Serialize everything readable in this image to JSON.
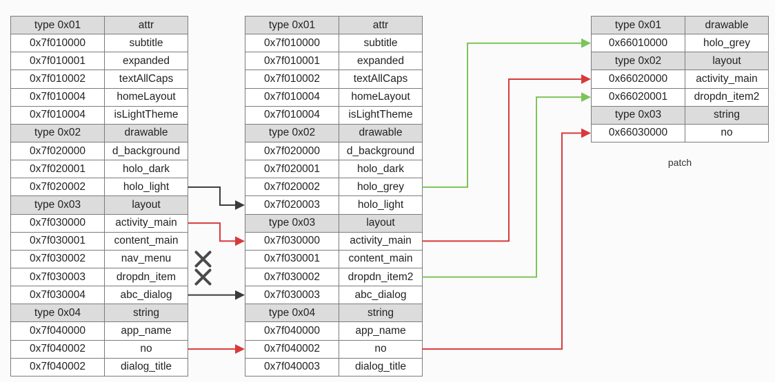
{
  "colors": {
    "header_fill": "#dcdcdc",
    "cell_fill": "#ffffff",
    "border": "#7a7a7a",
    "arrow_dark": "#3a3a3a",
    "arrow_red": "#d83a3a",
    "arrow_green": "#7cc35a",
    "cross": "#4a4a4a"
  },
  "old_table": [
    {
      "header": true,
      "id": "type 0x01",
      "name": "attr"
    },
    {
      "id": "0x7f010000",
      "name": "subtitle"
    },
    {
      "id": "0x7f010001",
      "name": "expanded"
    },
    {
      "id": "0x7f010002",
      "name": "textAllCaps"
    },
    {
      "id": "0x7f010004",
      "name": "homeLayout"
    },
    {
      "id": "0x7f010004",
      "name": "isLightTheme"
    },
    {
      "header": true,
      "id": "type 0x02",
      "name": "drawable"
    },
    {
      "id": "0x7f020000",
      "name": "d_background"
    },
    {
      "id": "0x7f020001",
      "name": "holo_dark"
    },
    {
      "id": "0x7f020002",
      "name": "holo_light"
    },
    {
      "header": true,
      "id": "type 0x03",
      "name": "layout"
    },
    {
      "id": "0x7f030000",
      "name": "activity_main"
    },
    {
      "id": "0x7f030001",
      "name": "content_main"
    },
    {
      "id": "0x7f030002",
      "name": "nav_menu"
    },
    {
      "id": "0x7f030003",
      "name": "dropdn_item"
    },
    {
      "id": "0x7f030004",
      "name": "abc_dialog"
    },
    {
      "header": true,
      "id": "type 0x04",
      "name": "string"
    },
    {
      "id": "0x7f040000",
      "name": "app_name"
    },
    {
      "id": "0x7f040002",
      "name": "no"
    },
    {
      "id": "0x7f040002",
      "name": "dialog_title"
    }
  ],
  "new_table": [
    {
      "header": true,
      "id": "type 0x01",
      "name": "attr"
    },
    {
      "id": "0x7f010000",
      "name": "subtitle"
    },
    {
      "id": "0x7f010001",
      "name": "expanded"
    },
    {
      "id": "0x7f010002",
      "name": "textAllCaps"
    },
    {
      "id": "0x7f010004",
      "name": "homeLayout"
    },
    {
      "id": "0x7f010004",
      "name": "isLightTheme"
    },
    {
      "header": true,
      "id": "type 0x02",
      "name": "drawable"
    },
    {
      "id": "0x7f020000",
      "name": "d_background"
    },
    {
      "id": "0x7f020001",
      "name": "holo_dark"
    },
    {
      "id": "0x7f020002",
      "name": "holo_grey"
    },
    {
      "id": "0x7f020003",
      "name": "holo_light"
    },
    {
      "header": true,
      "id": "type 0x03",
      "name": "layout"
    },
    {
      "id": "0x7f030000",
      "name": "activity_main"
    },
    {
      "id": "0x7f030001",
      "name": "content_main"
    },
    {
      "id": "0x7f030002",
      "name": "dropdn_item2"
    },
    {
      "id": "0x7f030003",
      "name": "abc_dialog"
    },
    {
      "header": true,
      "id": "type 0x04",
      "name": "string"
    },
    {
      "id": "0x7f040000",
      "name": "app_name"
    },
    {
      "id": "0x7f040002",
      "name": "no"
    },
    {
      "id": "0x7f040003",
      "name": "dialog_title"
    }
  ],
  "patch_table": [
    {
      "header": true,
      "id": "type 0x01",
      "name": "drawable"
    },
    {
      "id": "0x66010000",
      "name": "holo_grey"
    },
    {
      "header": true,
      "id": "type 0x02",
      "name": "layout"
    },
    {
      "id": "0x66020000",
      "name": "activity_main"
    },
    {
      "id": "0x66020001",
      "name": "dropdn_item2"
    },
    {
      "header": true,
      "id": "type 0x03",
      "name": "string"
    },
    {
      "id": "0x66030000",
      "name": "no"
    }
  ],
  "patch_caption": "patch",
  "connections": [
    {
      "from_table": "old",
      "from_row": 9,
      "to_table": "new",
      "to_row": 10,
      "color": "dark"
    },
    {
      "from_table": "old",
      "from_row": 11,
      "to_table": "new",
      "to_row": 12,
      "color": "red"
    },
    {
      "from_table": "old",
      "from_row": 15,
      "to_table": "new",
      "to_row": 15,
      "color": "dark"
    },
    {
      "from_table": "old",
      "from_row": 18,
      "to_table": "new",
      "to_row": 18,
      "color": "red"
    },
    {
      "from_table": "new",
      "from_row": 9,
      "to_table": "patch",
      "to_row": 1,
      "color": "green"
    },
    {
      "from_table": "new",
      "from_row": 12,
      "to_table": "patch",
      "to_row": 3,
      "color": "red"
    },
    {
      "from_table": "new",
      "from_row": 14,
      "to_table": "patch",
      "to_row": 4,
      "color": "green"
    },
    {
      "from_table": "new",
      "from_row": 18,
      "to_table": "patch",
      "to_row": 6,
      "color": "red"
    }
  ],
  "removed_rows": [
    13,
    14
  ]
}
